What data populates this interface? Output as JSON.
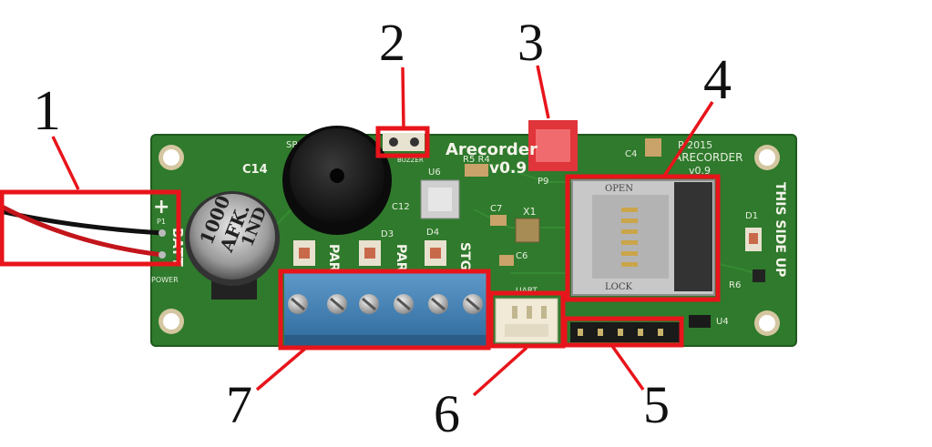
{
  "colors": {
    "pcb": "#2f7a2c",
    "pcb_dark": "#245f22",
    "highlight": "#e8141b",
    "terminal_blue": "#3f7fb5",
    "jumper_red": "#e0353a"
  },
  "callouts": [
    {
      "number": "1",
      "part": "battery-wire-leads"
    },
    {
      "number": "2",
      "part": "buzzer-pads"
    },
    {
      "number": "3",
      "part": "red-jumper"
    },
    {
      "number": "4",
      "part": "microsd-card-slot"
    },
    {
      "number": "5",
      "part": "programming-header"
    },
    {
      "number": "6",
      "part": "uart-connector"
    },
    {
      "number": "7",
      "part": "screw-terminal-block"
    }
  ],
  "board": {
    "brand": "Arecorder",
    "version": "v0.9",
    "brand_right": "ARECORDER",
    "version_right": "v0.9",
    "year": "P 2015",
    "side_note": "THIS SIDE UP",
    "labels": {
      "c14": "C14",
      "c12": "C12",
      "c7": "C7",
      "c6": "C6",
      "c4": "C4",
      "x1": "X1",
      "u6": "U6",
      "u4": "U4",
      "r5r4": "R5 R4",
      "r6": "R6",
      "d1": "D1",
      "d3": "D3",
      "d4": "D4",
      "p1": "P1",
      "p9": "P9",
      "batt": "BATT",
      "power": "POWER",
      "par1": "PAR",
      "par2": "PAR",
      "stg": "STG",
      "uart": "UART",
      "sp": "SP",
      "buzzer": "BUZZER",
      "plus": "+"
    },
    "capacitor": {
      "line1": "1000",
      "line2": "AFK.",
      "line3": "1ND"
    },
    "sd_card": {
      "open": "OPEN",
      "lock": "LOCK"
    }
  }
}
